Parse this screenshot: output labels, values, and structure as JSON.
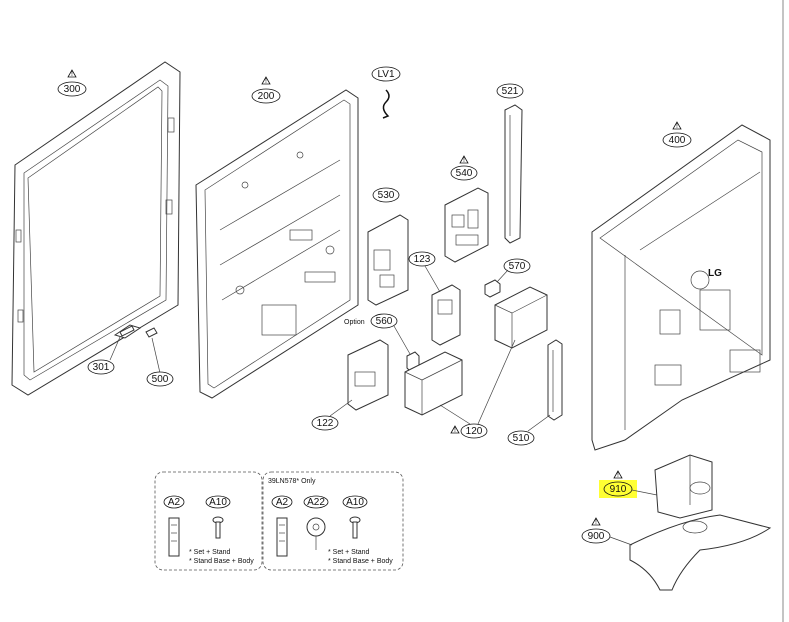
{
  "diagram": {
    "callouts": {
      "c300": "300",
      "c200": "200",
      "cLV1": "LV1",
      "c521": "521",
      "c530": "530",
      "c540": "540",
      "c400": "400",
      "c123": "123",
      "c570": "570",
      "c560": "560",
      "c301": "301",
      "c500": "500",
      "c122": "122",
      "c120": "120",
      "c510": "510",
      "c910": "910",
      "c900": "900"
    },
    "option_label": "Option",
    "brand_logo": "LG",
    "hardware_box_left": {
      "A2": "A2",
      "A10": "A10",
      "note1": "* Set + Stand",
      "note2": "* Stand Base + Body"
    },
    "hardware_box_right": {
      "title": "39LN578* Only",
      "A2": "A2",
      "A22": "A22",
      "A10": "A10",
      "note1": "* Set + Stand",
      "note2": "* Stand Base + Body"
    },
    "highlight_color": "#ffff33"
  }
}
